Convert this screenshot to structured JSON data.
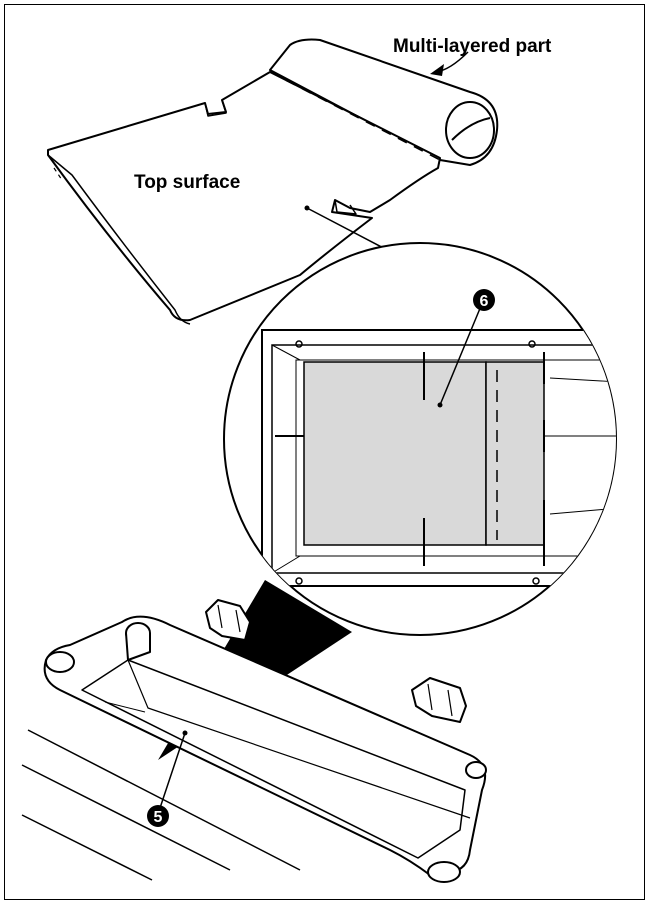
{
  "labels": {
    "multi_layered": "Multi-layered part",
    "top_surface": "Top surface"
  },
  "callouts": {
    "six": "6",
    "five": "5"
  }
}
